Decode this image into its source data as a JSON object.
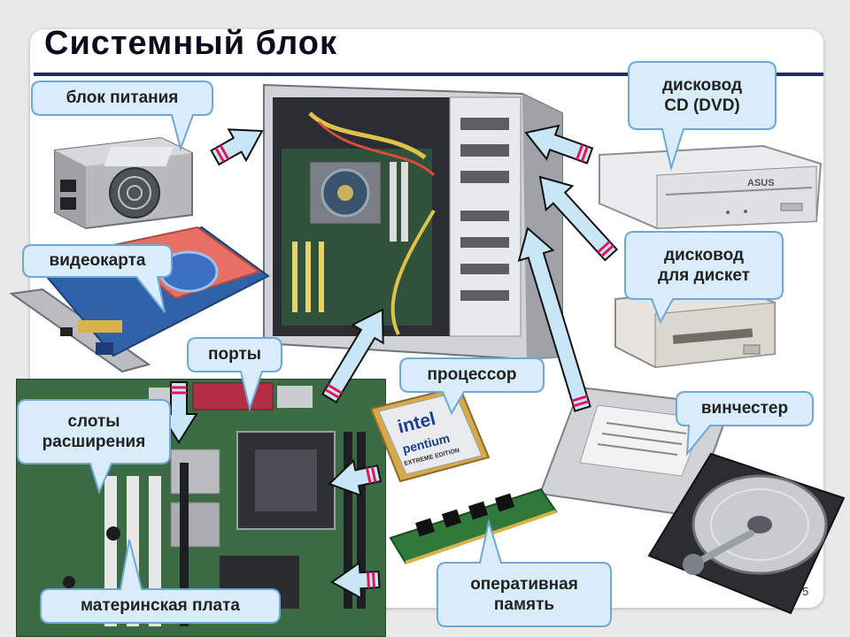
{
  "slide": {
    "title": "Системный блок",
    "page_number": "5"
  },
  "labels": {
    "power_supply": "блок питания",
    "cd_dvd_drive_line1": "дисковод",
    "cd_dvd_drive_line2": "CD (DVD)",
    "video_card": "видеокарта",
    "floppy_drive_line1": "дисковод",
    "floppy_drive_line2": "для дискет",
    "ports": "порты",
    "processor": "процессор",
    "hard_drive": "винчестер",
    "expansion_slots_line1": "слоты",
    "expansion_slots_line2": "расширения",
    "motherboard": "материнская плата",
    "ram_line1": "оперативная",
    "ram_line2": "память"
  },
  "images": {
    "cpu_brand": "intel",
    "cpu_model": "pentium",
    "cpu_edition": "EXTREME EDITION",
    "cd_drive_brand": "ASUS"
  },
  "colors": {
    "title_rule": "#1f2a6b",
    "callout_fill": "#d8ecfa",
    "callout_edge": "#6fa8d6",
    "arrow_fill": "#c9e6f7",
    "arrow_band": "#e3165b"
  }
}
